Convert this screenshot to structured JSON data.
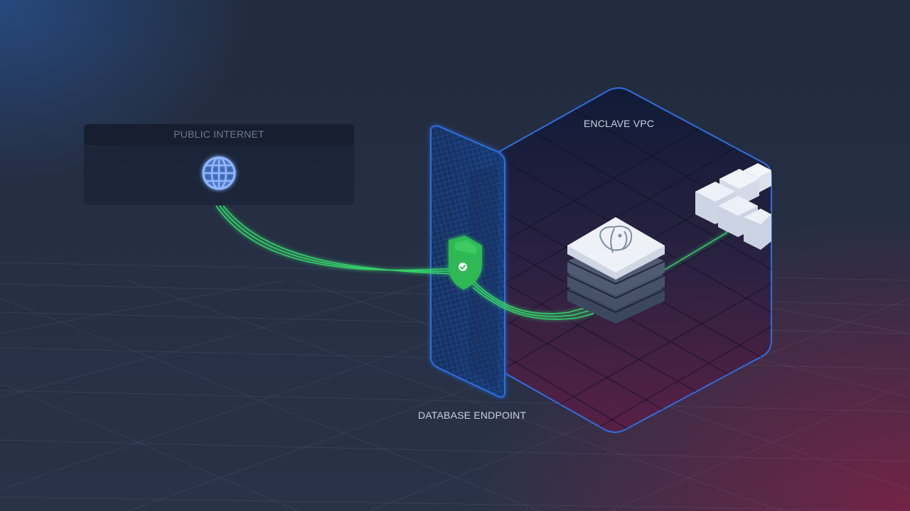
{
  "diagram": {
    "public_internet": {
      "title": "PUBLIC INTERNET",
      "icon": "globe-icon"
    },
    "enclave_vpc": {
      "title": "ENCLAVE VPC"
    },
    "database_endpoint": {
      "title": "DATABASE ENDPOINT",
      "icon": "shield-check-icon"
    },
    "database": {
      "icon": "postgresql-elephant-icon"
    },
    "colors": {
      "accent_green": "#35d06a",
      "vpc_border": "#2f6fe0",
      "shield": "#2fb954",
      "background": "#242d40"
    }
  }
}
